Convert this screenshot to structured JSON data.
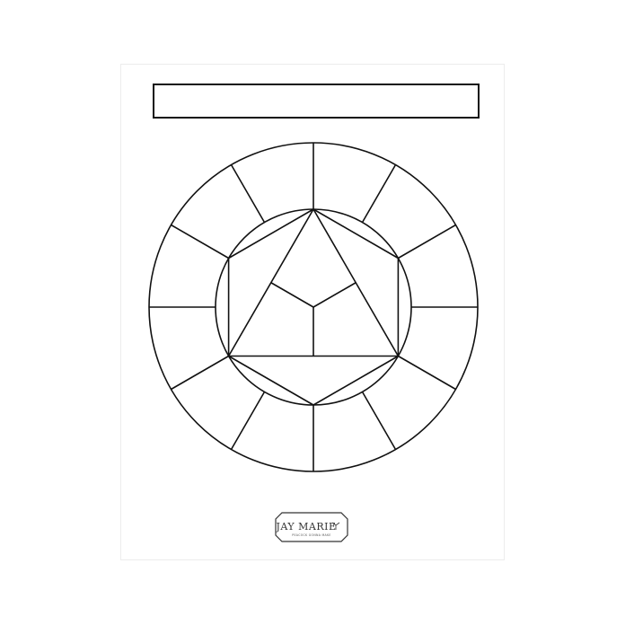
{
  "page": {
    "title_box_text": ""
  },
  "color_wheel": {
    "outer_segments": 12,
    "inner_triangle_sections": 3,
    "hexagon_triangle_sections": 3
  },
  "colors": {
    "stroke": "#111111",
    "paper": "#ffffff",
    "border": "#ececec"
  },
  "logo": {
    "name": "JAY MARIE",
    "tagline": "PEACOCK GONNA MAKE"
  }
}
